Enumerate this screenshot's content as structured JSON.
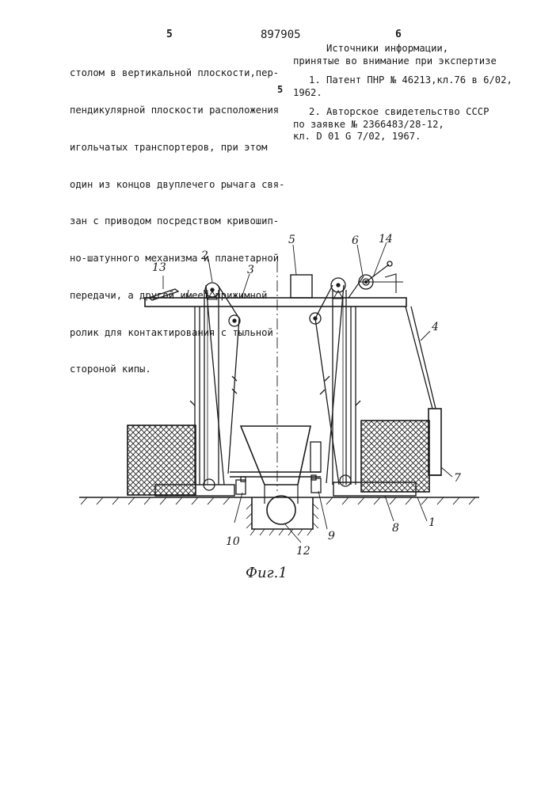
{
  "header": {
    "left_page_number": "5",
    "patent_number": "897905",
    "right_page_number": "6"
  },
  "left_column": {
    "lines": [
      "столом в вертикальной плоскости,пер-",
      "пендикулярной плоскости расположения",
      "игольчатых транспортеров, при этом",
      "один из концов двуплечего рычага свя-",
      "зан с приводом посредством кривошип-",
      "но-шатунного механизма и планетарной",
      "передачи, а другой имеет прижимной",
      "ролик для контактирования с тыльной",
      "стороной кипы."
    ]
  },
  "right_column": {
    "heading_line1": "Источники информации,",
    "heading_line2": "принятые во внимание при экспертизе",
    "line_marker": "5",
    "ref1_line1": "1. Патент ПНР № 46213,кл.76 в 6/02,",
    "ref1_line2": "1962.",
    "ref2_line1": "2. Авторское свидетельство СССР",
    "ref2_line2": "по заявке № 2366483/28-12,",
    "ref2_line3": "кл. D 01 G 7/02, 1967."
  },
  "figure": {
    "labels": {
      "l1": "1",
      "l2": "2",
      "l3": "3",
      "l4": "4",
      "l5": "5",
      "l6": "6",
      "l7": "7",
      "l8": "8",
      "l9": "9",
      "l10": "10",
      "l12": "12",
      "l13": "13",
      "l14": "14"
    },
    "caption": "Фиг.1"
  }
}
